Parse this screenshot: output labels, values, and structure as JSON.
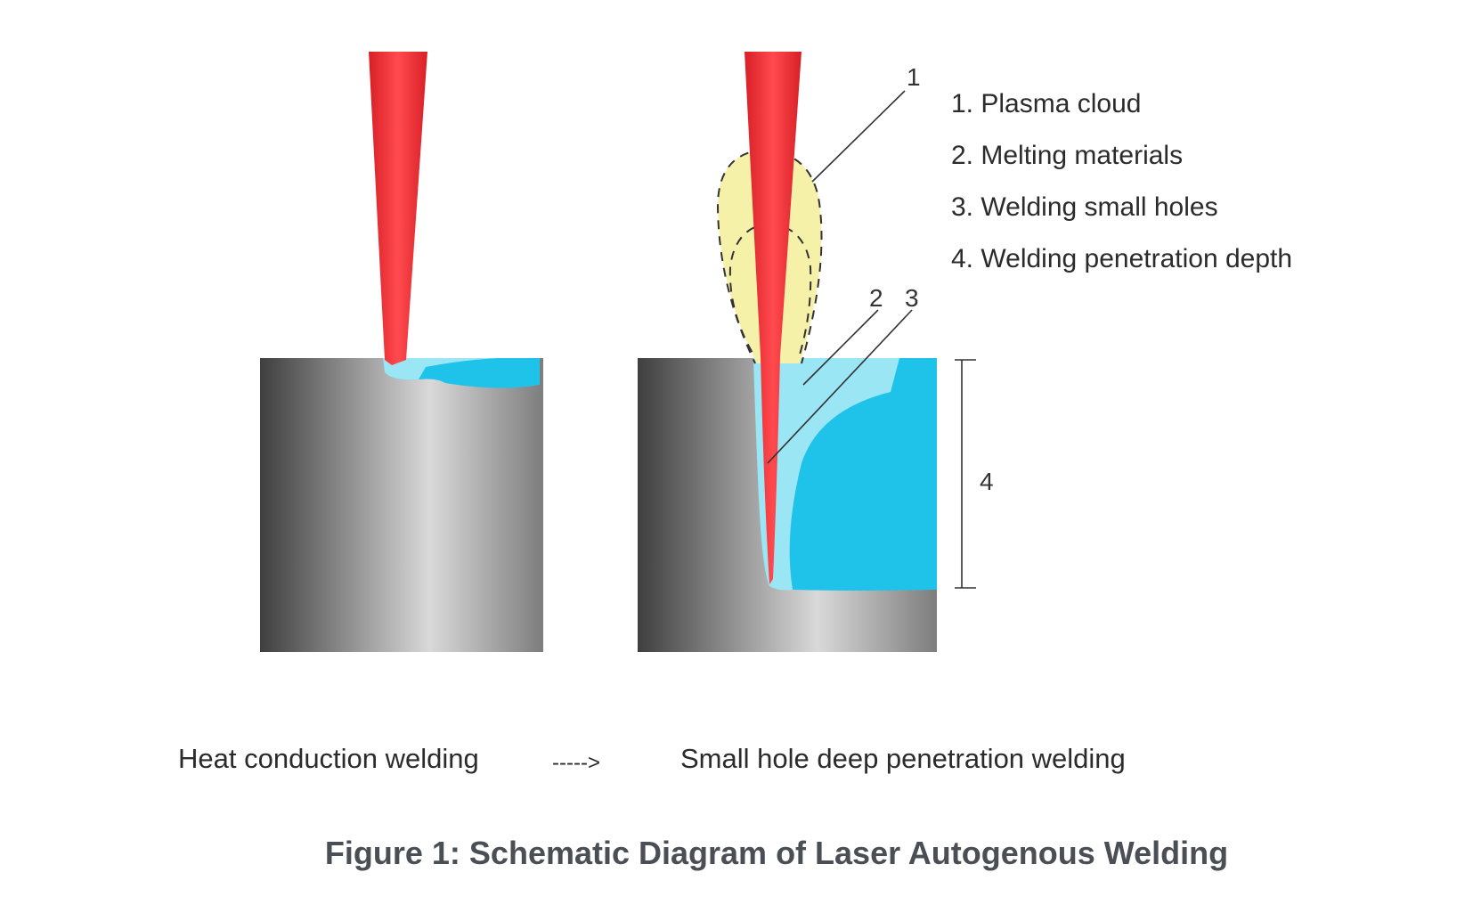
{
  "legend": {
    "items": [
      "1. Plasma cloud",
      "2. Melting materials",
      "3. Welding small holes",
      "4. Welding penetration depth"
    ]
  },
  "markers": {
    "one": "1",
    "two": "2",
    "three": "3",
    "four": "4"
  },
  "captions": {
    "left": "Heat conduction welding",
    "arrow": "----->",
    "right": "Small hole deep penetration welding"
  },
  "figure_title": "Figure 1: Schematic Diagram of Laser Autogenous Welding",
  "colors": {
    "laser": "#e8262c",
    "plasma": "#f6f1a8",
    "melt": "#1fc3ea",
    "melt_light": "#9be6f4",
    "metal_dark": "#4a4a4a",
    "metal_light": "#d7d7d7"
  }
}
